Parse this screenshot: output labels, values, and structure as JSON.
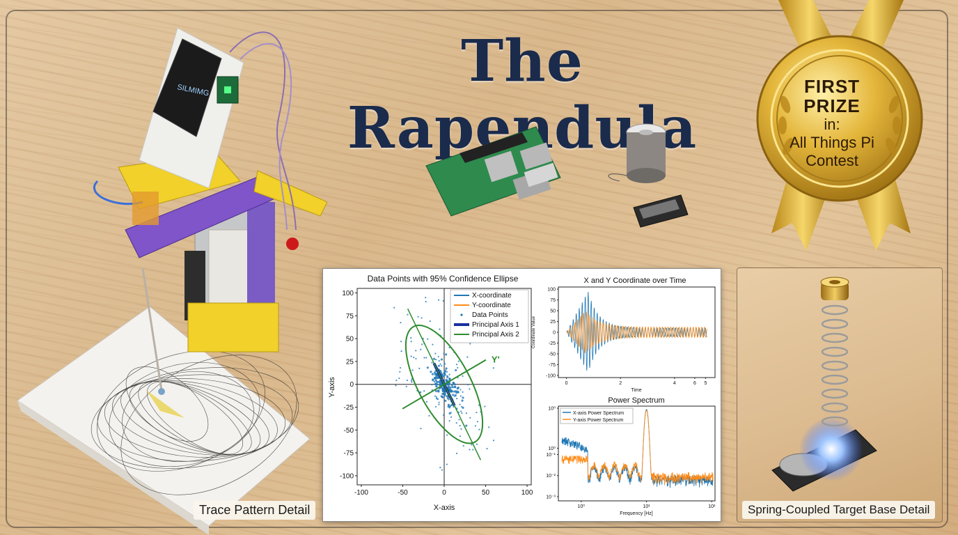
{
  "title": "The Rapendula",
  "device_screen_text": "SILMIMG",
  "captions": {
    "trace": "Trace Pattern Detail",
    "spring": "Spring-Coupled Target Base Detail"
  },
  "badge": {
    "line1": "FIRST",
    "line2": "PRIZE",
    "line3": "in:",
    "line4": "All Things Pi",
    "line5": "Contest",
    "color": "#d4a52c"
  },
  "colors": {
    "x_series": "#1f77b4",
    "y_series": "#ff8c1a",
    "ellipse": "#2e8b2e",
    "principal_axis_1": "#1a2f9c"
  },
  "chart_data": [
    {
      "type": "scatter",
      "title": "Data Points with 95% Confidence Ellipse",
      "xlabel": "X-axis",
      "ylabel": "Y-axis",
      "xlim": [
        -105,
        105
      ],
      "ylim": [
        -110,
        105
      ],
      "xticks": [
        "-100",
        "-50",
        "0",
        "50",
        "100"
      ],
      "yticks": [
        "100",
        "75",
        "50",
        "25",
        "0",
        "-25",
        "-50",
        "-75",
        "-100"
      ],
      "legend": [
        "X-coordinate",
        "Y-coordinate",
        "Data Points",
        "Principal Axis 1",
        "Principal Axis 2"
      ],
      "legend_position": "top-right",
      "annotation": "Y'",
      "ellipse": {
        "center": [
          0,
          0
        ],
        "semi_major": 75,
        "semi_minor": 30,
        "angle_deg": -62
      }
    },
    {
      "type": "line",
      "title": "X and Y Coordinate over Time",
      "xlabel": "Time",
      "ylabel": "Coordinate Value",
      "xlim": [
        -0.3,
        5.5
      ],
      "ylim": [
        -105,
        105
      ],
      "xticks": [
        "0",
        "2",
        "4",
        "6",
        "5"
      ],
      "yticks": [
        "100",
        "75",
        "50",
        "25",
        "0",
        "-25",
        "-50",
        "-75",
        "-100"
      ],
      "series": [
        {
          "name": "X-coordinate",
          "peak_amplitude": 95,
          "settled_amplitude": 10
        },
        {
          "name": "Y-coordinate",
          "peak_amplitude": 50,
          "settled_amplitude": 12
        }
      ]
    },
    {
      "type": "line",
      "title": "Power Spectrum",
      "xlabel": "Frequency [Hz]",
      "ylabel": "",
      "scale": "log-log",
      "xticks": [
        "10⁰",
        "10¹",
        "10²"
      ],
      "yticks": [
        "10⁰",
        "10⁰",
        "10⁻¹",
        "10⁻²",
        "10⁻³"
      ],
      "legend": [
        "X-axis Power Spectrum",
        "Y-axis Power Spectrum"
      ],
      "legend_position": "top-left",
      "peak_frequency_hz": 10
    }
  ]
}
